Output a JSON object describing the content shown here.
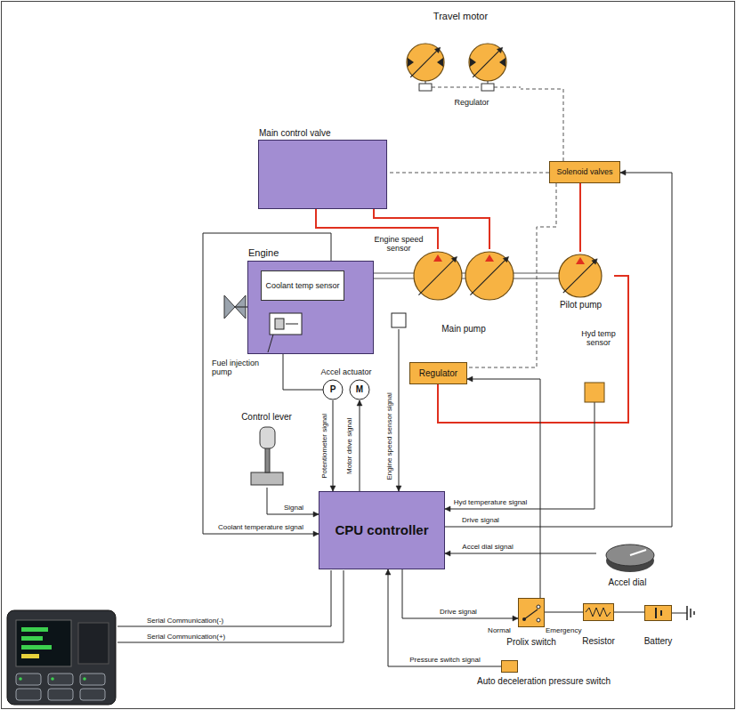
{
  "diagram": {
    "nodes": [
      {
        "text": [
          "Travel motor"
        ]
      },
      {
        "text": [
          "Main control valve"
        ]
      },
      {
        "text": [
          "Solenoid valves"
        ]
      },
      {
        "text": [
          "Engine"
        ]
      },
      {
        "text": [
          "Coolant temp sensor"
        ],
        "in": 3
      },
      {
        "text": [
          "Engine speed sensor"
        ]
      },
      {
        "text": [
          "Main pump"
        ]
      },
      {
        "text": [
          "Pilot pump"
        ]
      },
      {
        "text": [
          "Regulator"
        ]
      },
      {
        "text": [
          "Hyd temp sensor"
        ]
      },
      {
        "text": [
          "Accel actuator"
        ]
      },
      {
        "text": [
          "CPU controller"
        ]
      },
      {
        "text": [
          "Control lever"
        ]
      },
      {
        "text": [
          "Accel dial"
        ]
      },
      {
        "text": [
          "Prolix switch"
        ]
      },
      {
        "text": [
          "Resistor"
        ]
      },
      {
        "text": [
          "Battery"
        ]
      },
      {
        "text": [
          "Auto deceleration pressure switch"
        ]
      }
    ],
    "edges": [
      {
        "from": 2,
        "to": 0,
        "arrow": "none"
      },
      {
        "from": 6,
        "to": 1,
        "arrow": "none"
      },
      {
        "from": 6,
        "to": 1,
        "arrow": "none"
      },
      {
        "from": 7,
        "to": 2,
        "arrow": "none"
      },
      {
        "from": 7,
        "to": 8,
        "arrow": "none"
      },
      {
        "from": 2,
        "to": 1,
        "arrow": "none"
      },
      {
        "from": 2,
        "to": 8,
        "arrow": "none"
      },
      {
        "from": 4,
        "to": 11,
        "label": "Coolant temperature signal",
        "arrow": "to"
      },
      {
        "from": 5,
        "to": 11,
        "label": "Engine speed sensor signal",
        "arrow": "to"
      },
      {
        "from": 10,
        "to": 11,
        "label": "Potentiometer signal",
        "arrow": "to"
      },
      {
        "from": 11,
        "to": 10,
        "label": "Motor drive signal",
        "arrow": "to"
      },
      {
        "from": 12,
        "to": 11,
        "label": "Signal",
        "arrow": "to"
      },
      {
        "from": 9,
        "to": 11,
        "label": "Hyd temperature signal",
        "arrow": "to"
      },
      {
        "from": 11,
        "to": 2,
        "label": "Drive signal",
        "arrow": "to"
      },
      {
        "from": 13,
        "to": 11,
        "label": "Accel dial signal",
        "arrow": "to"
      },
      {
        "from": 11,
        "to": 14,
        "label": "Drive signal",
        "arrow": "to"
      },
      {
        "from": 14,
        "to": 8,
        "arrow": "to"
      },
      {
        "from": 14,
        "to": 15,
        "arrow": "none"
      },
      {
        "from": 15,
        "to": 16,
        "arrow": "none"
      },
      {
        "from": 17,
        "to": 11,
        "label": "Pressure switch signal",
        "arrow": "to"
      }
    ],
    "labels": [
      "Regulator",
      "Fuel injection pump",
      "P",
      "M",
      "Normal",
      "Emergency",
      "Serial Communication(-)",
      "Serial Communication(+)"
    ]
  }
}
